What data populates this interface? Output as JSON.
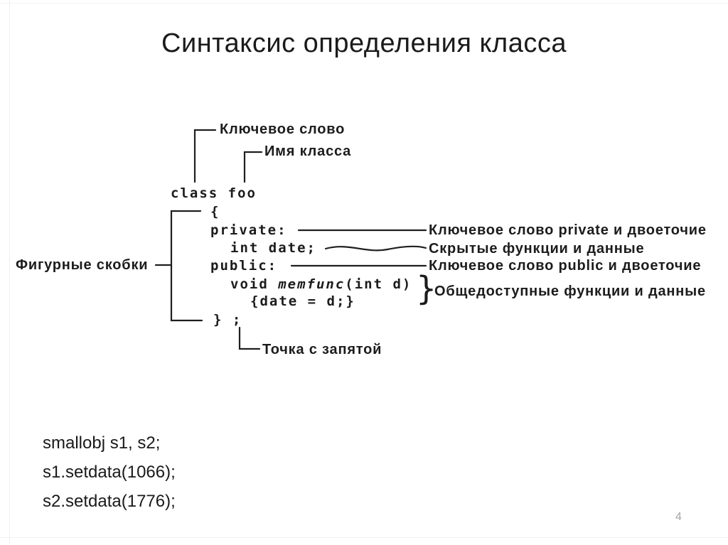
{
  "slide": {
    "title": "Синтаксис определения класса",
    "page_number": "4"
  },
  "diagram": {
    "code": {
      "class_line": "class foo",
      "open_brace": "{",
      "private_line": "private:",
      "int_date_line": "int date;",
      "public_line": "public:",
      "memfunc_pre": "void ",
      "memfunc_name": "memfunc",
      "memfunc_post": "(int d)",
      "body_line": "{date = d;}",
      "close_line": "} ;",
      "group_brace": "}"
    },
    "annotations": {
      "keyword": "Ключевое слово",
      "class_name": "Имя класса",
      "curly_braces": "Фигурные скобки",
      "private_note": "Ключевое слово private и двоеточие",
      "hidden_note": "Скрытые функции и данные",
      "public_note": "Ключевое слово public и двоеточие",
      "members_note": "Общедоступные функции и данные",
      "semicolon": "Точка с запятой"
    }
  },
  "example_code": {
    "lines": [
      "smallobj s1, s2;",
      "s1.setdata(1066);",
      "s2.setdata(1776);"
    ]
  },
  "colors": {
    "ink": "#1c1c1c",
    "page_number": "#a6a6a6",
    "background": "#ffffff"
  }
}
